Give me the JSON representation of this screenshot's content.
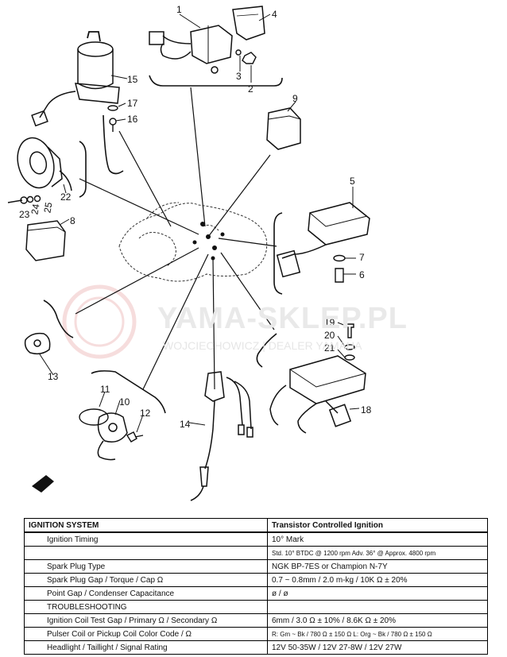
{
  "watermark": {
    "title": "YAMA-SKLEP.PL",
    "subtitle": "WOJCIECHOWICZ | DEALER YAMAHA"
  },
  "callouts": [
    "1",
    "2",
    "3",
    "4",
    "5",
    "6",
    "7",
    "8",
    "9",
    "10",
    "11",
    "12",
    "13",
    "14",
    "15",
    "16",
    "17",
    "18",
    "19",
    "20",
    "21",
    "22",
    "23",
    "24",
    "25"
  ],
  "table": {
    "rows": [
      {
        "label": "IGNITION SYSTEM",
        "value": "Transistor Controlled Ignition",
        "header": true
      },
      {
        "label": "Ignition Timing",
        "value": "10° Mark",
        "indent": true
      },
      {
        "label": "",
        "value": "Std. 10° BTDC @ 1200 rpm  Adv. 36° @ Approx. 4800 rpm",
        "small": true
      },
      {
        "label": "Spark Plug Type",
        "value": "NGK BP-7ES or Champion N-7Y",
        "indent": true
      },
      {
        "label": "Spark Plug Gap / Torque / Cap Ω",
        "value": "0.7 ~ 0.8mm / 2.0 m-kg / 10K Ω ± 20%",
        "indent": true
      },
      {
        "label": "Point Gap / Condenser Capacitance",
        "value": "ø / ø",
        "indent": true
      },
      {
        "label": "TROUBLESHOOTING",
        "value": "",
        "indent": true
      },
      {
        "label": "Ignition Coil Test Gap / Primary Ω / Secondary Ω",
        "value": "6mm / 3.0 Ω ± 10% / 8.6K Ω ± 20%",
        "indent": true
      },
      {
        "label": "Pulser Coil or Pickup Coil Color Code / Ω",
        "value": "R: Gm ~ Bk / 780 Ω ± 150 Ω  L: Org ~ Bk / 780 Ω ± 150 Ω",
        "indent": true,
        "small": true
      },
      {
        "label": "Headlight / Taillight / Signal Rating",
        "value": "12V 50-35W / 12V 27-8W / 12V 27W",
        "indent": true
      }
    ]
  }
}
